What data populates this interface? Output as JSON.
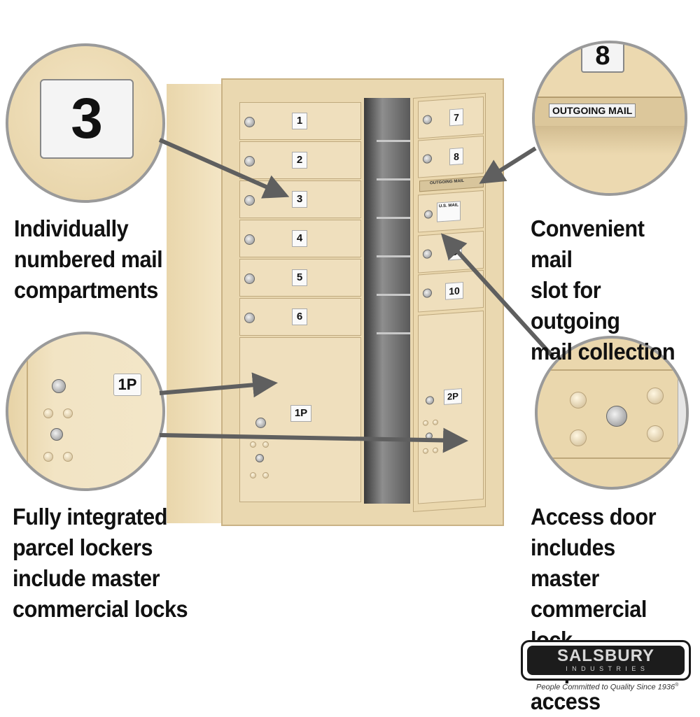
{
  "callouts": {
    "left_top": "Individually\nnumbered mail\ncompartments",
    "left_bottom": "Fully integrated\nparcel lockers\ninclude master\ncommercial locks",
    "right_top": "Convenient mail\nslot for outgoing\nmail collection",
    "right_bottom": "Access door\nincludes master\ncommercial lock\nfor private access"
  },
  "zoom": {
    "compartment_number": "3",
    "outgoing_number": "8",
    "outgoing_label": "OUTGOING MAIL",
    "parcel_label": "1P"
  },
  "mailbox": {
    "left_doors": [
      "1",
      "2",
      "3",
      "4",
      "5",
      "6"
    ],
    "right_doors": [
      "7",
      "8",
      "9",
      "10"
    ],
    "parcel_left": "1P",
    "parcel_right": "2P",
    "slot_label": "OUTGOING MAIL",
    "usmail_label": "U.S. MAIL"
  },
  "brand": {
    "name": "SALSBURY",
    "sub": "I N D U S T R I E S",
    "tagline": "People Committed to Quality Since 1936",
    "registered": "®"
  },
  "colors": {
    "sandstone": "#ebd8ae",
    "arrow": "#5f5f5f",
    "text": "#111111"
  }
}
